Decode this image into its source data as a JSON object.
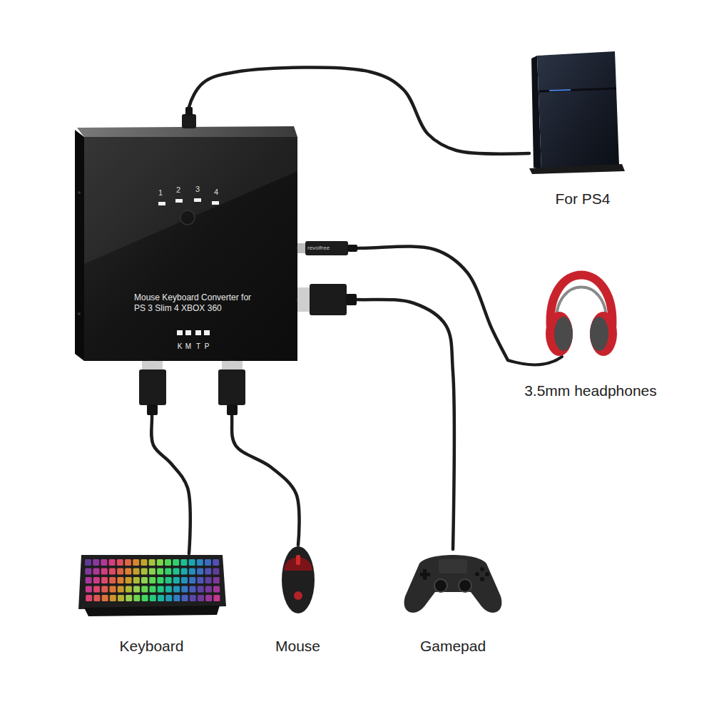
{
  "diagram": {
    "nodes": [
      {
        "text": [
          "1",
          "2",
          "3",
          "4",
          "Mouse Keyboard Converter for PS 3 Slim 4 XBOX 360",
          "K",
          "M",
          "T",
          "P"
        ]
      },
      {
        "text": [
          "For PS4"
        ]
      },
      {
        "text": [
          "3.5mm headphones"
        ]
      },
      {
        "text": [
          "Keyboard"
        ]
      },
      {
        "text": [
          "Mouse"
        ]
      },
      {
        "text": [
          "Gamepad"
        ]
      }
    ],
    "edges": [
      {
        "from": 0,
        "to": 1,
        "arrow": "none"
      },
      {
        "from": 0,
        "to": 2,
        "arrow": "none"
      },
      {
        "from": 0,
        "to": 3,
        "arrow": "none"
      },
      {
        "from": 0,
        "to": 4,
        "arrow": "none"
      },
      {
        "from": 0,
        "to": 5,
        "arrow": "none"
      }
    ],
    "labels": [
      "revolfree"
    ]
  }
}
